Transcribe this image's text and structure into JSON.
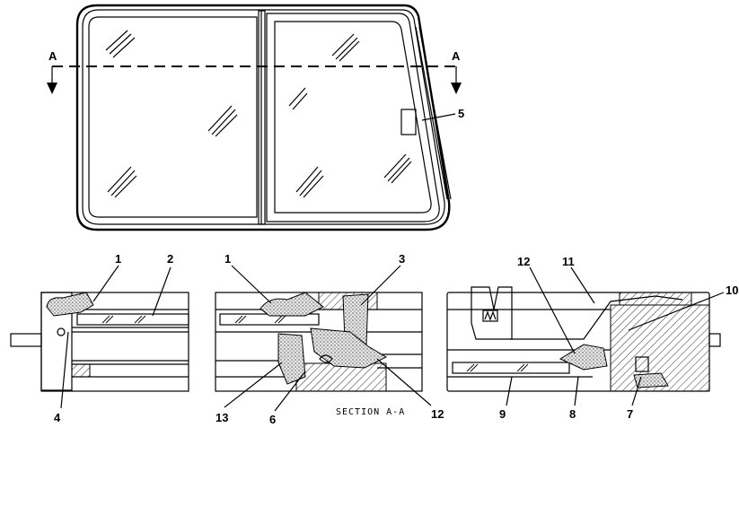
{
  "section_marks": {
    "left": "A",
    "right": "A"
  },
  "caption": "SECTION A-A",
  "callouts": {
    "c1a": "1",
    "c2": "2",
    "c4": "4",
    "c1b": "1",
    "c3": "3",
    "c13": "13",
    "c6": "6",
    "c12a": "12",
    "c12b": "12",
    "c11": "11",
    "c10": "10",
    "c9": "9",
    "c8": "8",
    "c7": "7",
    "c5": "5"
  },
  "colors": {
    "ink": "#000000",
    "background": "#ffffff",
    "seal_fill": "#d9d9d9"
  }
}
